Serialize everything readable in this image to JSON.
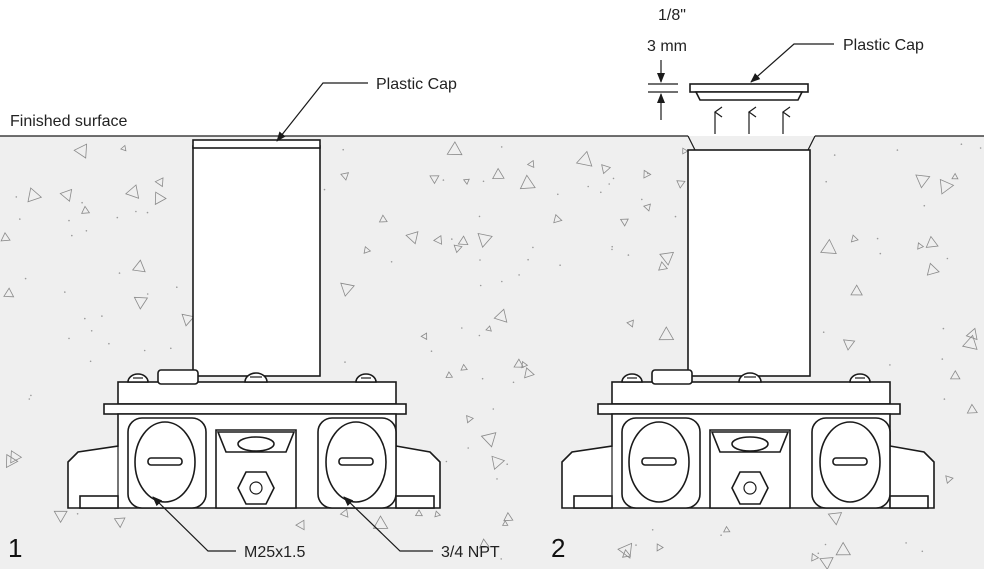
{
  "labels": {
    "finished_surface": "Finished surface",
    "cap_left": "Plastic Cap",
    "cap_right": "Plastic Cap",
    "dim_fraction": "1/8\"",
    "dim_metric": "3 mm",
    "thread_metric": "M25x1.5",
    "thread_npt": "3/4 NPT",
    "step_1": "1",
    "step_2": "2"
  },
  "colors": {
    "concrete": "#efefef",
    "line": "#1a1a1a",
    "background": "#ffffff"
  }
}
